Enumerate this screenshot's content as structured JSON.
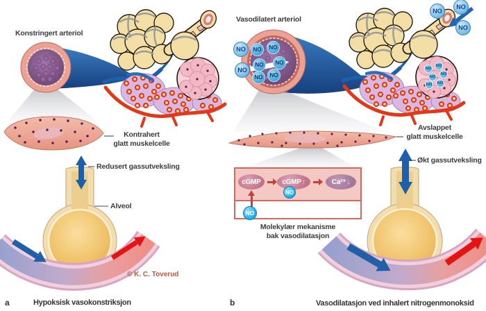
{
  "panel_a": {
    "marker": "a",
    "caption": "Hypoksisk vasokonstriksjon",
    "arteriole_label": "Konstringert arteriol",
    "muscle_line1": "Kontrahert",
    "muscle_line2": "glatt muskelcelle",
    "gas_exchange_label": "Redusert gassutveksling",
    "alveolus_label": "Alveol",
    "credit": "© K. C. Toverud"
  },
  "panel_b": {
    "marker": "b",
    "caption": "Vasodilatasjon ved inhalert nitrogenmonoksid",
    "arteriole_label": "Vasodilatert arteriol",
    "muscle_line1": "Avslappet",
    "muscle_line2": "glatt muskelcelle",
    "gas_exchange_label": "Økt gassutveksling",
    "mechanism_line1": "Molekylær mekanisme",
    "mechanism_line2": "bak vasodilatasjon",
    "cgmp_label": "cGMP",
    "cgmp_up_label": "cGMP",
    "calcium_label": "Ca²⁺"
  },
  "molecule": {
    "no": "NO"
  },
  "icons": {
    "arrow_up": "↑",
    "arrow_down": "↓"
  },
  "colors": {
    "vessel_blue": "#1d5fa8",
    "artery_red": "#e41818",
    "no_cyan": "#1face4",
    "no_light_blue": "#7cc2e8",
    "mechanism_box_fill": "#f5c9c3",
    "mechanism_box_border": "#d4685f",
    "ellipse_rose": "#c4708a",
    "ellipse_purple": "#a3779a",
    "alveolus_cream": "#f2ddb0",
    "muscle_salmon": "#efae9d",
    "credit_text": "#b5583e"
  }
}
